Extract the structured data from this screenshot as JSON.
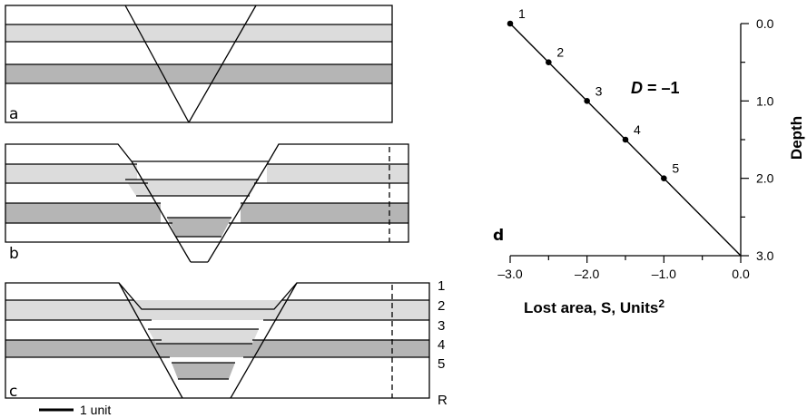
{
  "panels": {
    "a": {
      "label": "a"
    },
    "b": {
      "label": "b"
    },
    "c": {
      "label": "c"
    },
    "d": {
      "label": "d"
    }
  },
  "layer_labels": [
    "1",
    "2",
    "3",
    "4",
    "5",
    "R"
  ],
  "scale_bar": {
    "label": "1 unit"
  },
  "colors": {
    "light_layer": "#dcdcdc",
    "dark_layer": "#b5b5b5",
    "line": "#000000"
  },
  "chart_data": {
    "type": "scatter",
    "title": "",
    "annotation_parts": {
      "var": "D",
      "rest": " = –1"
    },
    "xlabel_main": "Lost area, S, Units",
    "xlabel_sup": "2",
    "ylabel": "Depth",
    "xlim": [
      -3.0,
      0.0
    ],
    "ylim": [
      3.0,
      0.0
    ],
    "x_ticks": [
      -3.0,
      -2.0,
      -1.0,
      0.0
    ],
    "x_tick_labels": [
      "–3.0",
      "–2.0",
      "–1.0",
      "0.0"
    ],
    "y_ticks": [
      0.0,
      1.0,
      2.0,
      3.0
    ],
    "y_tick_labels": [
      "0.0",
      "1.0",
      "2.0",
      "3.0"
    ],
    "line": {
      "x": [
        -3.0,
        0.0
      ],
      "y": [
        0.0,
        3.0
      ]
    },
    "points": [
      {
        "label": "1",
        "x": -3.0,
        "y": 0.0
      },
      {
        "label": "2",
        "x": -2.5,
        "y": 0.5
      },
      {
        "label": "3",
        "x": -2.0,
        "y": 1.0
      },
      {
        "label": "4",
        "x": -1.5,
        "y": 1.5
      },
      {
        "label": "5",
        "x": -1.0,
        "y": 2.0
      }
    ]
  }
}
